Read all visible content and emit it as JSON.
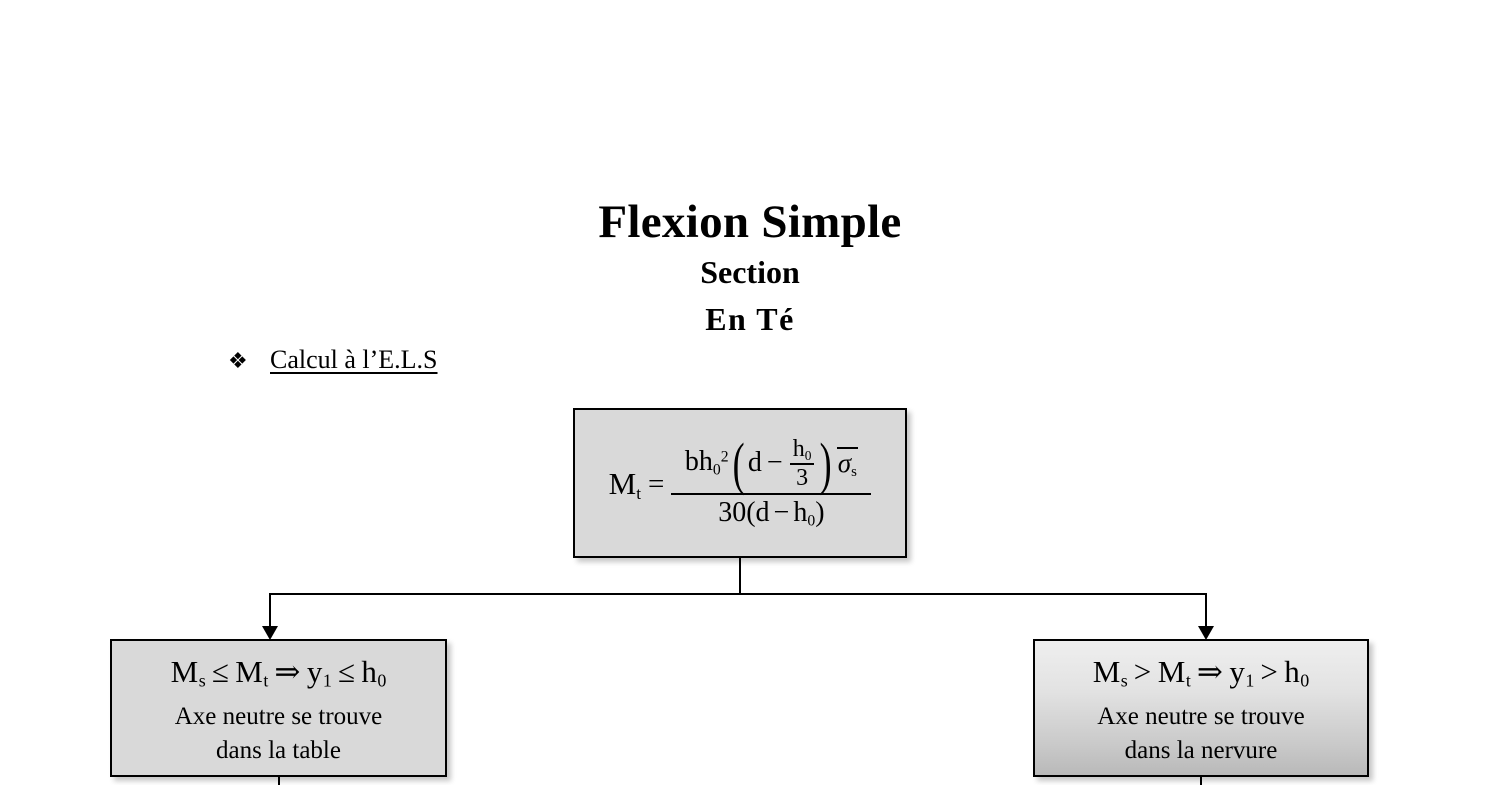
{
  "slide": {
    "background_color": "#ffffff",
    "title": {
      "line1": "Flexion Simple",
      "line2": "Section",
      "line3": "En Té"
    },
    "bullet": {
      "glyph": "❖",
      "glyph_name": "diamond-bullet-icon",
      "text": "Calcul à l’E.L.S"
    }
  },
  "formula_box": {
    "fill_color": "#d9d9d9",
    "border_color": "#000000",
    "lhs": "M",
    "lhs_sub": "t",
    "equals": "=",
    "numerator": {
      "b": "bh",
      "b_sub": "0",
      "b_sup": "2",
      "open_paren": "(",
      "d": "d",
      "minus": "−",
      "inner_num": "h",
      "inner_num_sub": "0",
      "inner_den": "3",
      "close_paren": ")",
      "sigma": "σ",
      "sigma_sub": "s"
    },
    "denominator": {
      "text_before": "30(",
      "d": "d",
      "minus": "−",
      "h": "h",
      "h_sub": "0",
      "text_after": ")"
    },
    "plain_text": "M_t = bh_0^2 (d − h_0/3) σ̄_s / 30(d − h_0)"
  },
  "left_box": {
    "fill_color": "#d9d9d9",
    "border_color": "#000000",
    "condition": {
      "m_s": "M",
      "m_s_sub": "s",
      "op1": "≤",
      "m_t": "M",
      "m_t_sub": "t",
      "implies": "⇒",
      "y": "y",
      "y_sub": "1",
      "op2": "≤",
      "h": "h",
      "h_sub": "0"
    },
    "condition_plain": "M_s ≤ M_t ⇒ y_1 ≤ h_0",
    "caption_line1": "Axe neutre se trouve",
    "caption_line2": "dans la table"
  },
  "right_box": {
    "fill_gradient_top": "#efefef",
    "fill_gradient_bottom": "#b9b9b9",
    "border_color": "#000000",
    "condition": {
      "m_s": "M",
      "m_s_sub": "s",
      "op1": ">",
      "m_t": "M",
      "m_t_sub": "t",
      "implies": "⇒",
      "y": "y",
      "y_sub": "1",
      "op2": ">",
      "h": "h",
      "h_sub": "0"
    },
    "condition_plain": "M_s > M_t ⇒ y_1 > h_0",
    "caption_line1": "Axe neutre se trouve",
    "caption_line2": "dans la nervure"
  },
  "connectors": {
    "line_color": "#000000",
    "arrow_count": 2
  }
}
